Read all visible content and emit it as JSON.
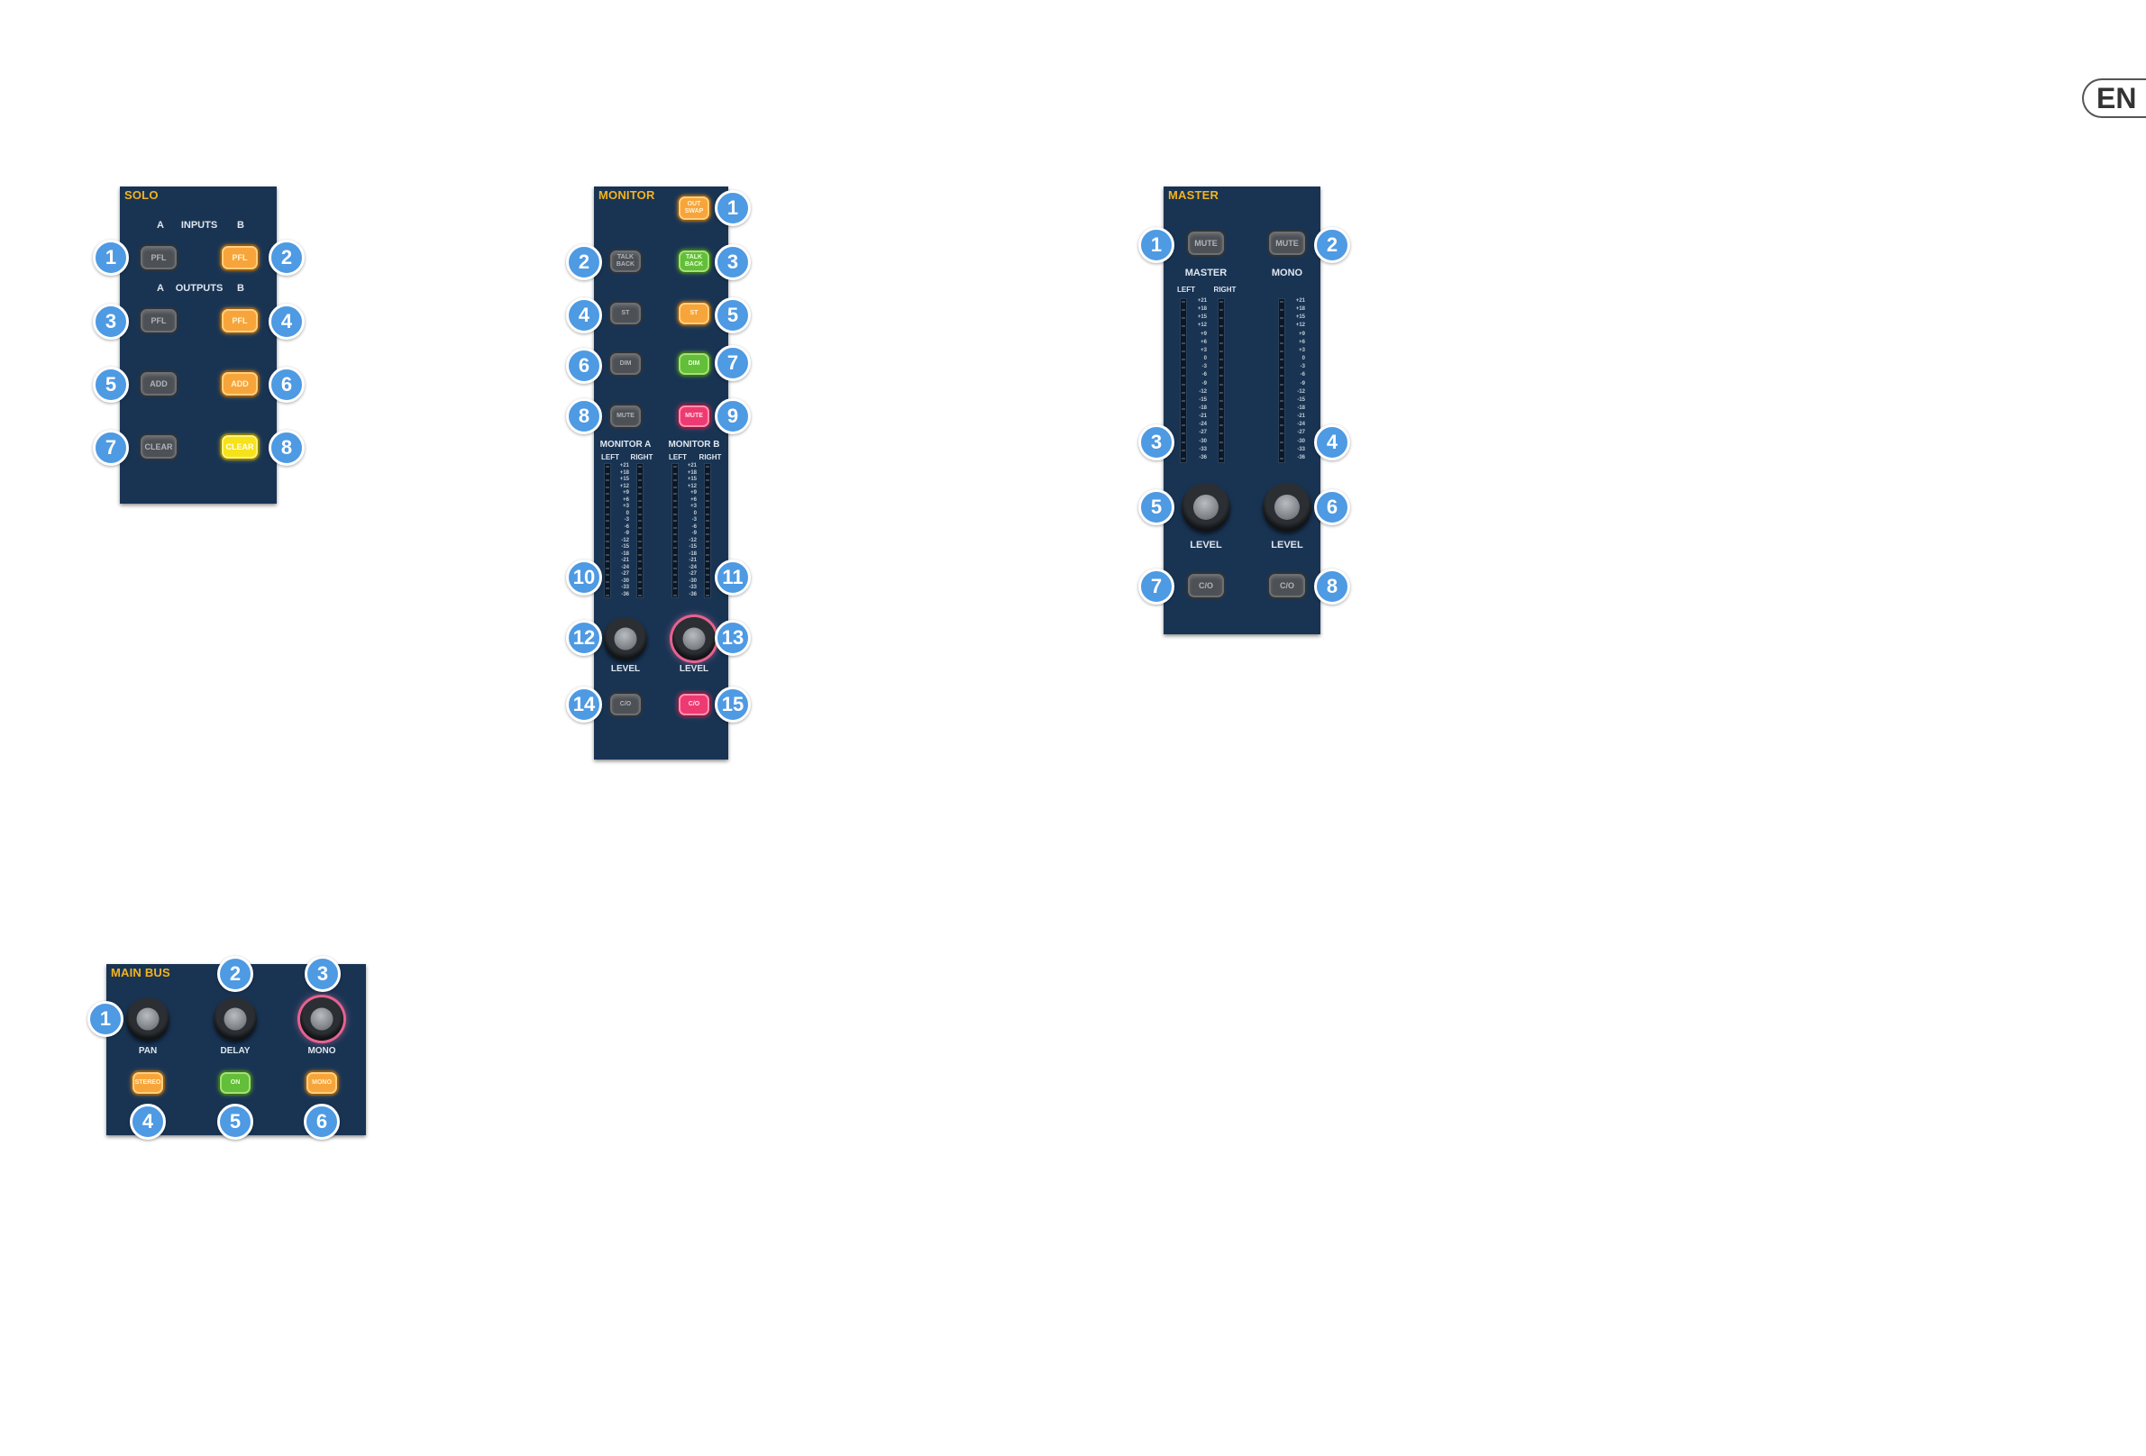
{
  "lang_badge": "EN",
  "meter_scale": [
    "+21",
    "+18",
    "+15",
    "+12",
    "+9",
    "+6",
    "+3",
    "0",
    "-3",
    "-6",
    "-9",
    "-12",
    "-15",
    "-18",
    "-21",
    "-24",
    "-27",
    "-30",
    "-33",
    "-36"
  ],
  "solo": {
    "title": "SOLO",
    "inputs_a": "A",
    "inputs_label": "INPUTS",
    "inputs_b": "B",
    "outputs_a": "A",
    "outputs_label": "OUTPUTS",
    "outputs_b": "B",
    "buttons": {
      "in_a_pfl": "PFL",
      "in_b_pfl": "PFL",
      "out_a_pfl": "PFL",
      "out_b_pfl": "PFL",
      "add_a": "ADD",
      "add_b": "ADD",
      "clear_a": "CLEAR",
      "clear_b": "CLEAR"
    },
    "callouts": [
      "1",
      "2",
      "3",
      "4",
      "5",
      "6",
      "7",
      "8"
    ]
  },
  "monitor": {
    "title": "MONITOR",
    "buttons": {
      "out_swap": "OUT\nSWAP",
      "talkback_a": "TALK\nBACK",
      "talkback_b": "TALK\nBACK",
      "st_a": "ST",
      "st_b": "ST",
      "dim_a": "DIM",
      "dim_b": "DIM",
      "mute_a": "MUTE",
      "mute_b": "MUTE",
      "co_a": "C/O",
      "co_b": "C/O"
    },
    "monitor_a": "MONITOR A",
    "monitor_b": "MONITOR B",
    "left_a": "LEFT",
    "right_a": "RIGHT",
    "left_b": "LEFT",
    "right_b": "RIGHT",
    "level_a": "LEVEL",
    "level_b": "LEVEL",
    "callouts": [
      "1",
      "2",
      "3",
      "4",
      "5",
      "6",
      "7",
      "8",
      "9",
      "10",
      "11",
      "12",
      "13",
      "14",
      "15"
    ]
  },
  "master": {
    "title": "MASTER",
    "buttons": {
      "mute_master": "MUTE",
      "mute_mono": "MUTE",
      "co_master": "C/O",
      "co_mono": "C/O"
    },
    "master_label": "MASTER",
    "mono_label": "MONO",
    "left": "LEFT",
    "right": "RIGHT",
    "level_master": "LEVEL",
    "level_mono": "LEVEL",
    "callouts": [
      "1",
      "2",
      "3",
      "4",
      "5",
      "6",
      "7",
      "8"
    ]
  },
  "main_bus": {
    "title": "MAIN BUS",
    "pan": "PAN",
    "delay": "DELAY",
    "mono": "MONO",
    "buttons": {
      "stereo": "STEREO",
      "on": "ON",
      "mono": "MONO"
    },
    "callouts": [
      "1",
      "2",
      "3",
      "4",
      "5",
      "6"
    ]
  }
}
